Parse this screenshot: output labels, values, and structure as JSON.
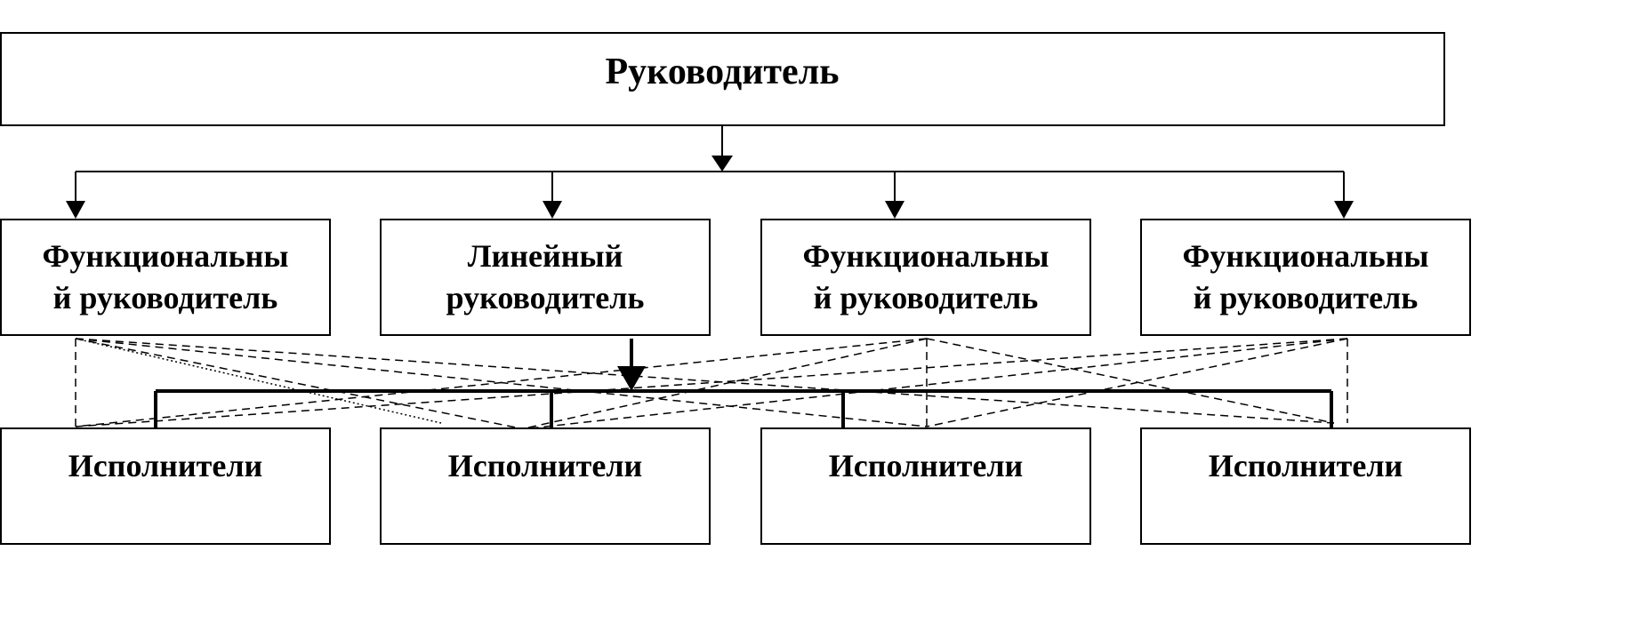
{
  "diagram": {
    "top": {
      "label": "Руководитель"
    },
    "managers": [
      {
        "lines": [
          "Функциональны",
          "й руководитель"
        ]
      },
      {
        "lines": [
          "Линейный",
          "руководитель"
        ]
      },
      {
        "lines": [
          "Функциональны",
          "й руководитель"
        ]
      },
      {
        "lines": [
          "Функциональны",
          "й руководитель"
        ]
      }
    ],
    "executors": [
      {
        "label": "Исполнители"
      },
      {
        "label": "Исполнители"
      },
      {
        "label": "Исполнители"
      },
      {
        "label": "Исполнители"
      }
    ]
  }
}
